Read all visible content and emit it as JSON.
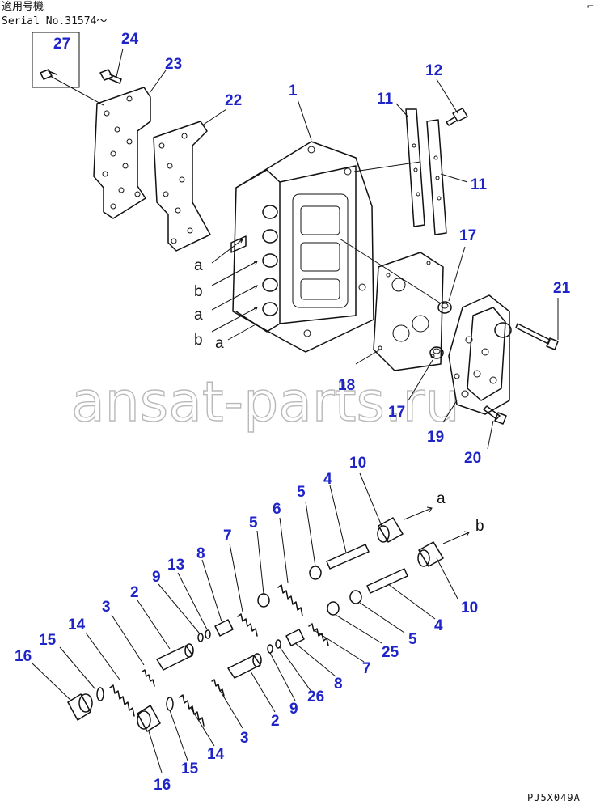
{
  "header": {
    "applicable_model_label": "適用号機",
    "serial_label": "Serial No.31574～",
    "corner_mark": "⌐"
  },
  "watermark": "ansat-parts.ru",
  "drawing_code": "PJ5X049A",
  "colors": {
    "callout": "#1f24c8",
    "line": "#111111",
    "watermark": "#b9b9b9"
  },
  "callouts": {
    "c27": "27",
    "c24": "24",
    "c23": "23",
    "c22": "22",
    "c1": "1",
    "c11a": "11",
    "c12": "12",
    "c11b": "11",
    "c17a": "17",
    "c21": "21",
    "c18": "18",
    "c17b": "17",
    "c19": "19",
    "c20": "20",
    "c10a": "10",
    "c4a": "4",
    "c5a": "5",
    "c6": "6",
    "c5b": "5",
    "c7a": "7",
    "c8a": "8",
    "c13": "13",
    "c9a": "9",
    "c2a": "2",
    "c3a": "3",
    "c14a": "14",
    "c15a": "15",
    "c16a": "16",
    "c10b": "10",
    "c4b": "4",
    "c5c": "5",
    "c25": "25",
    "c7b": "7",
    "c8b": "8",
    "c26": "26",
    "c9b": "9",
    "c2b": "2",
    "c3b": "3",
    "c14b": "14",
    "c15b": "15",
    "c16b": "16"
  },
  "ports": {
    "p1": "a",
    "p2": "b",
    "p3": "a",
    "p4": "b",
    "p5": "a",
    "flow_a": "a",
    "flow_b": "b"
  }
}
